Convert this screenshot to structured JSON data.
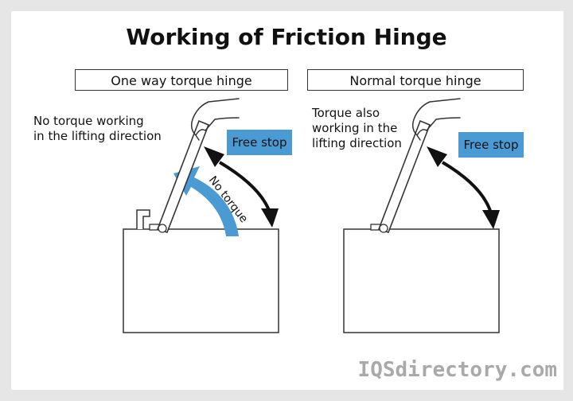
{
  "title": "Working of Friction Hinge",
  "panels": [
    {
      "label": "One way torque hinge",
      "note": [
        "No torque working",
        "in the lifting direction"
      ],
      "stop_tag": "Free stop",
      "arrow_label": "No torque"
    },
    {
      "label": "Normal torque hinge",
      "note": [
        "Torque also",
        "working in the",
        "lifting direction"
      ],
      "stop_tag": "Free stop"
    }
  ],
  "watermark": "IQSdirectory.com",
  "colors": {
    "accent_blue": "#4a9ad4",
    "background": "#e6e6e6",
    "card": "#ffffff"
  }
}
